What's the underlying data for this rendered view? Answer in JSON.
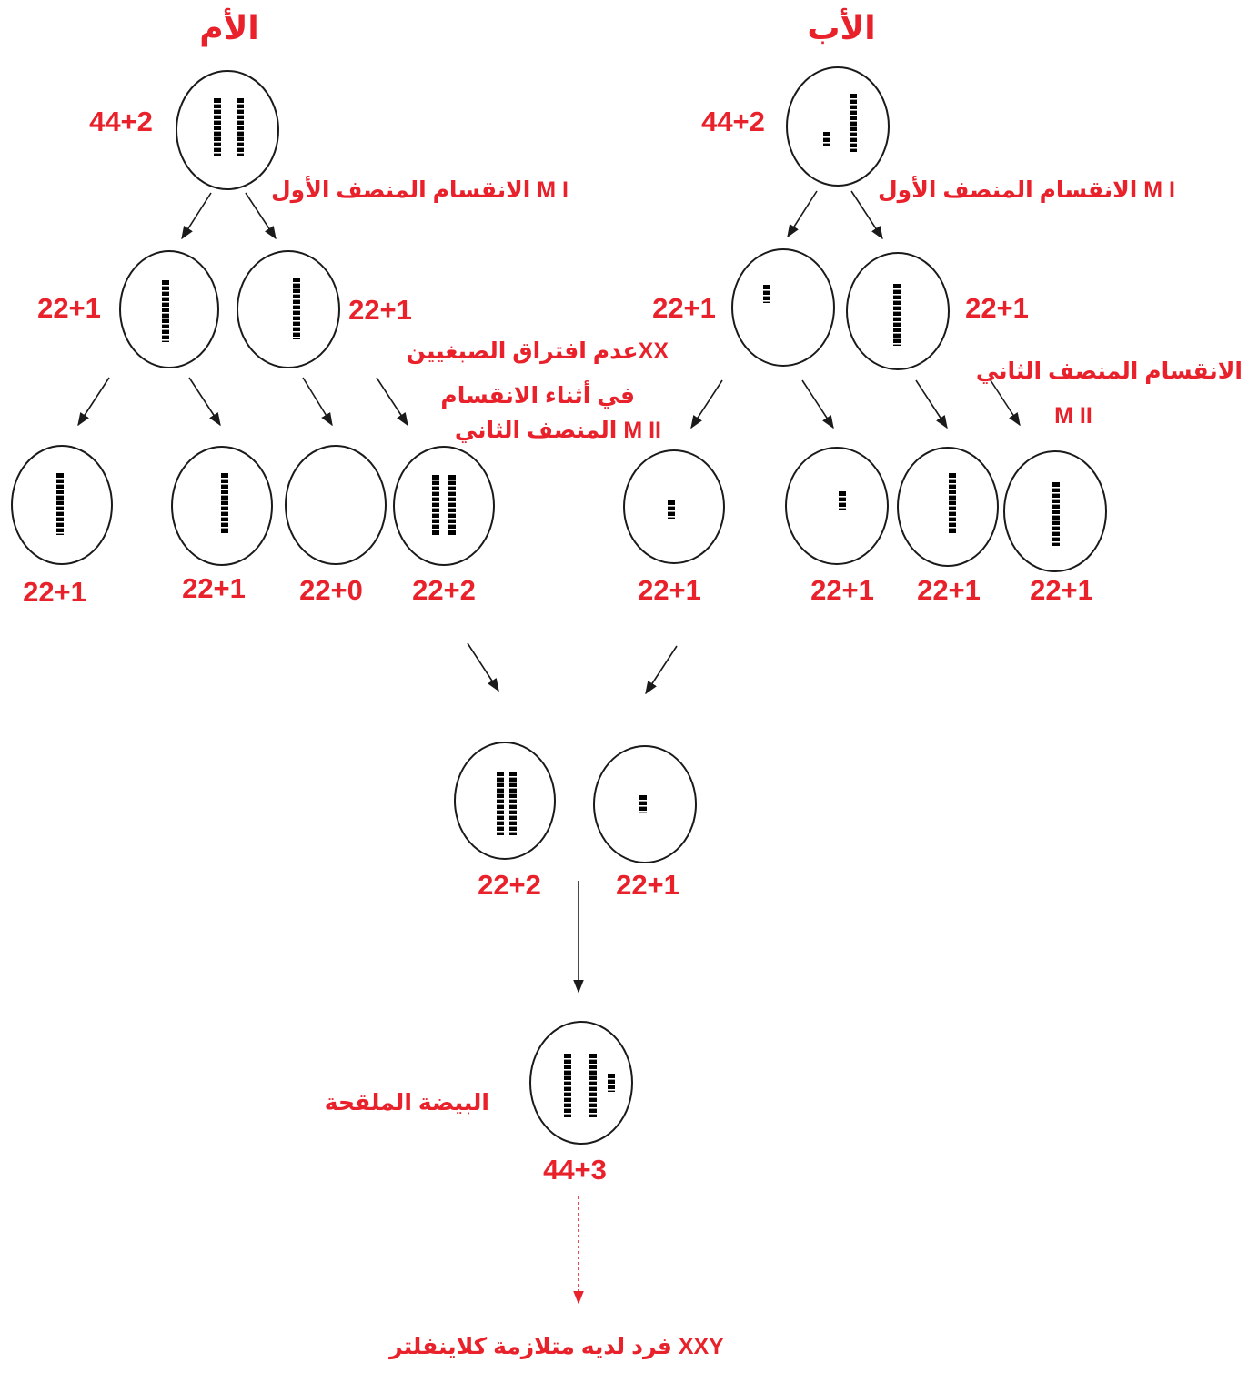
{
  "colors": {
    "label": "#e8212b",
    "outline": "#1a1a1a",
    "chromosome": "#000000"
  },
  "mother": {
    "title": "الأم",
    "parent_count": "44+2",
    "meiosis1_label": "الانقسام المنصف الأول M I",
    "meiosis1_counts": [
      "22+1",
      "22+1"
    ],
    "nondisjunction_line1": "عدم افتراق الصبغيينXX",
    "nondisjunction_line2": "في أثناء الانقسام",
    "nondisjunction_line3": "المنصف الثاني M II",
    "gamete_counts": [
      "22+1",
      "22+1",
      "22+0",
      "22+2"
    ]
  },
  "father": {
    "title": "الأب",
    "parent_count": "44+2",
    "meiosis1_label": "الانقسام المنصف الأول M I",
    "meiosis1_counts": [
      "22+1",
      "22+1"
    ],
    "meiosis2_line1": "الانقسام المنصف الثاني",
    "meiosis2_line2": "M II",
    "gamete_counts": [
      "22+1",
      "22+1",
      "22+1",
      "22+1"
    ]
  },
  "fertilization": {
    "egg_count": "22+2",
    "sperm_count": "22+1",
    "zygote_label": "البيضة الملقحة",
    "zygote_count": "44+3",
    "result_label": "فرد لديه متلازمة كلاينفلتر  XXY"
  }
}
